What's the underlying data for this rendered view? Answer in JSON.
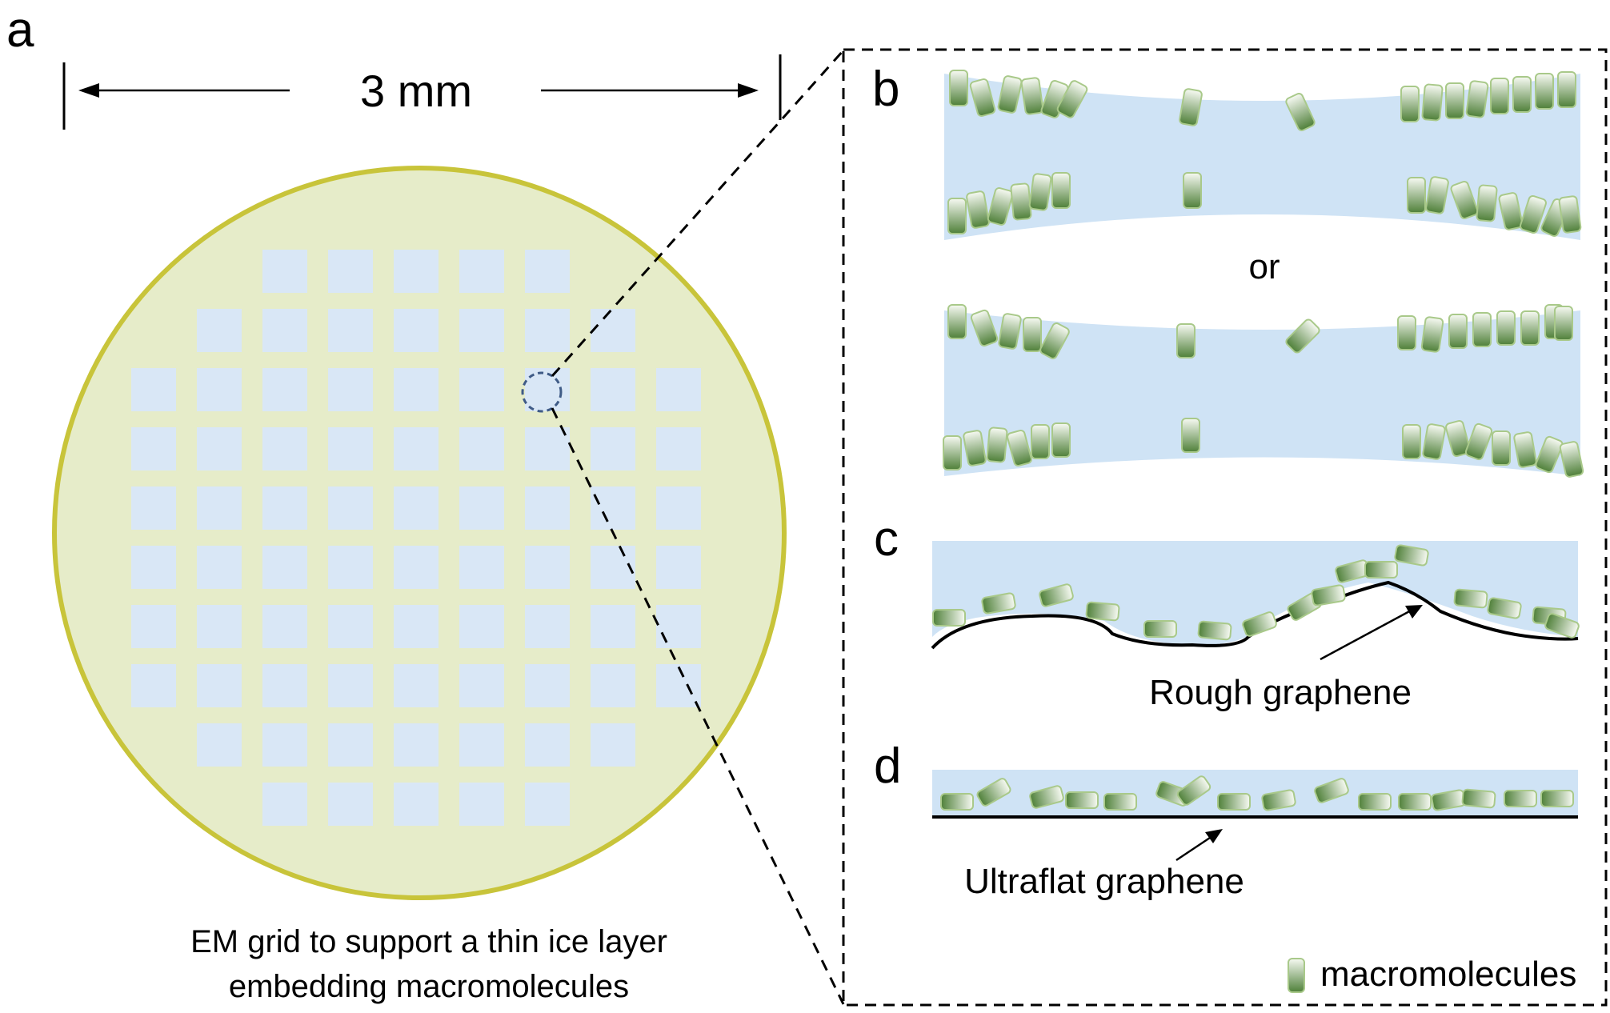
{
  "panels": {
    "a": {
      "letter": "a",
      "scale_label": "3 mm",
      "caption_line1": "EM grid to support a thin ice layer",
      "caption_line2": "embedding macromolecules"
    },
    "b": {
      "letter": "b",
      "or_label": "or"
    },
    "c": {
      "letter": "c",
      "annotation": "Rough graphene"
    },
    "d": {
      "letter": "d",
      "annotation": "Ultraflat graphene"
    }
  },
  "legend": {
    "label": "macromolecules"
  },
  "colors": {
    "grid_fill": "#e6ecc9",
    "grid_rim": "#c8c43a",
    "square_fill": "#d9e7f6",
    "ice_fill": "#cfe3f5",
    "molecule_dark": "#4e7f3a",
    "molecule_light": "#ffffff",
    "molecule_outline": "#a9c98a",
    "zoom_circle": "#3f5b86"
  },
  "icons": [
    "macromolecule-icon",
    "arrow-icon"
  ]
}
